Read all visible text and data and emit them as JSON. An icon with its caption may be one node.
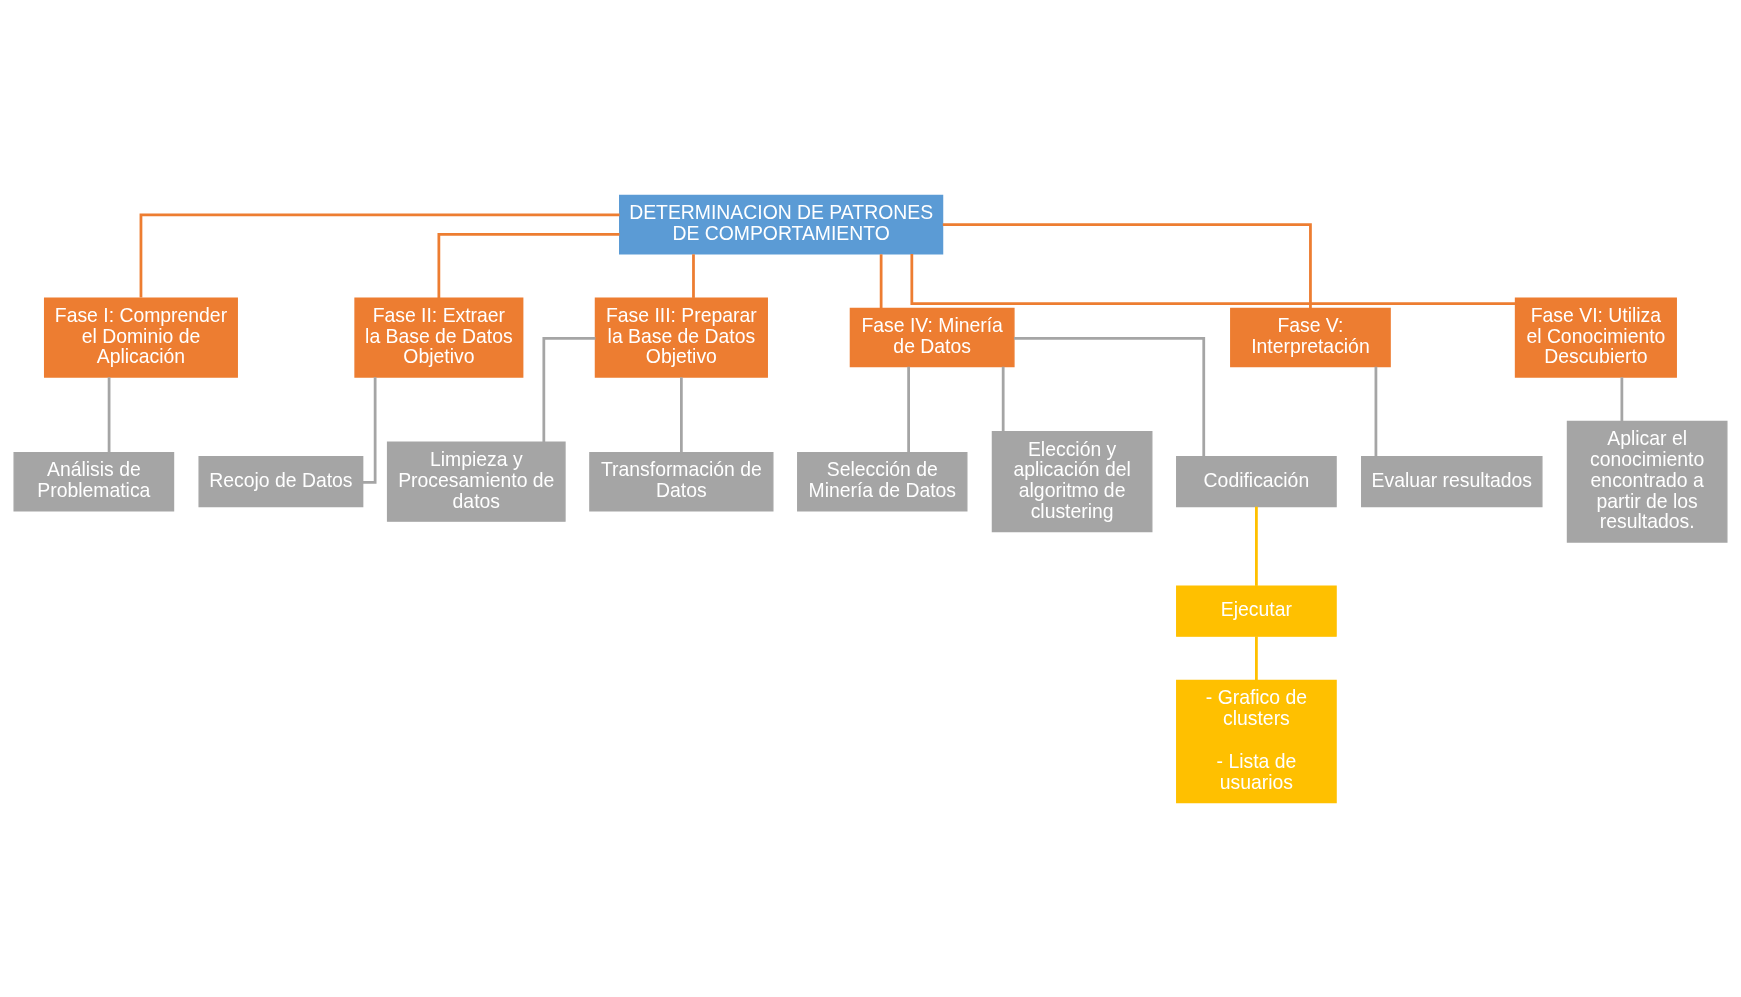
{
  "diagram": {
    "nodes": [
      {
        "text": [
          "DETERMINACION DE PATRONES DE COMPORTAMIENTO"
        ]
      },
      {
        "text": [
          "Fase I: Comprender el Dominio de Aplicación"
        ]
      },
      {
        "text": [
          "Fase II: Extraer la Base de Datos Objetivo"
        ]
      },
      {
        "text": [
          "Fase III: Preparar la Base de Datos Objetivo"
        ]
      },
      {
        "text": [
          "Fase IV: Minería de Datos"
        ]
      },
      {
        "text": [
          "Fase V: Interpretación"
        ]
      },
      {
        "text": [
          "Fase VI: Utiliza el Conocimiento Descubierto"
        ]
      },
      {
        "text": [
          "Análisis de Problematica"
        ]
      },
      {
        "text": [
          "Recojo de Datos"
        ]
      },
      {
        "text": [
          "Limpieza y Procesamiento de datos"
        ]
      },
      {
        "text": [
          "Transformación de Datos"
        ]
      },
      {
        "text": [
          "Selección de Minería de Datos"
        ]
      },
      {
        "text": [
          "Elección y aplicación del algoritmo de clustering"
        ]
      },
      {
        "text": [
          "Codificación"
        ]
      },
      {
        "text": [
          "Ejecutar"
        ]
      },
      {
        "text": [
          "- Grafico de clusters",
          "- Lista de usuarios"
        ]
      },
      {
        "text": [
          "Evaluar resultados"
        ]
      },
      {
        "text": [
          "Aplicar el conocimiento encontrado a partir de los resultados."
        ]
      }
    ],
    "edges": [
      {
        "from": 0,
        "to": 1,
        "arrow": "none",
        "color": "#ed7d31"
      },
      {
        "from": 0,
        "to": 2,
        "arrow": "none",
        "color": "#ed7d31"
      },
      {
        "from": 0,
        "to": 3,
        "arrow": "none",
        "color": "#ed7d31"
      },
      {
        "from": 0,
        "to": 4,
        "arrow": "none",
        "color": "#ed7d31"
      },
      {
        "from": 0,
        "to": 5,
        "arrow": "none",
        "color": "#ed7d31"
      },
      {
        "from": 0,
        "to": 6,
        "arrow": "none",
        "color": "#ed7d31"
      },
      {
        "from": 1,
        "to": 7,
        "arrow": "none"
      },
      {
        "from": 2,
        "to": 8,
        "arrow": "none"
      },
      {
        "from": 3,
        "to": 9,
        "arrow": "none"
      },
      {
        "from": 3,
        "to": 10,
        "arrow": "none"
      },
      {
        "from": 4,
        "to": 11,
        "arrow": "none"
      },
      {
        "from": 4,
        "to": 12,
        "arrow": "none"
      },
      {
        "from": 4,
        "to": 13,
        "arrow": "none"
      },
      {
        "from": 13,
        "to": 14,
        "arrow": "none",
        "color": "#ffc000"
      },
      {
        "from": 14,
        "to": 15,
        "arrow": "none",
        "color": "#ffc000"
      },
      {
        "from": 5,
        "to": 16,
        "arrow": "none"
      },
      {
        "from": 6,
        "to": 17,
        "arrow": "none"
      }
    ]
  }
}
